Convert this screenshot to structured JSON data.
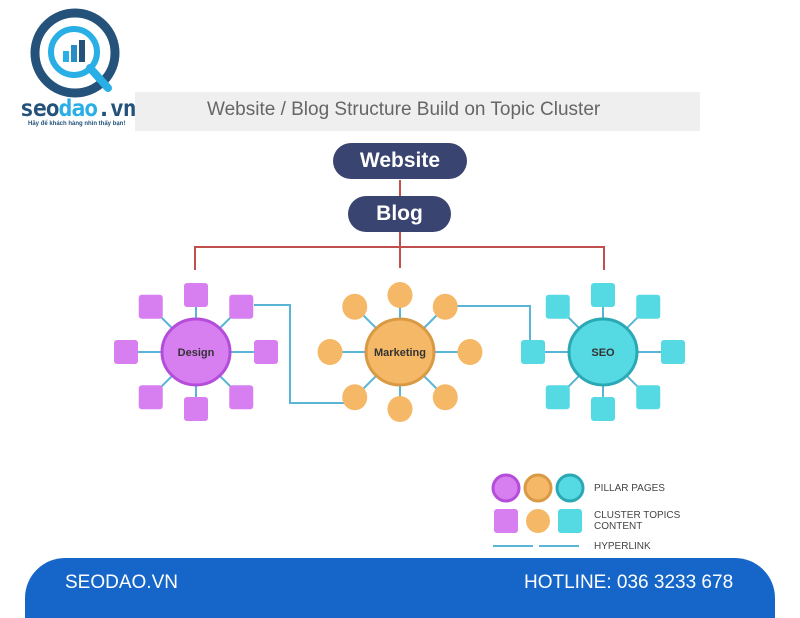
{
  "logo": {
    "text_part1": "seo",
    "text_part2": "dao",
    "text_part3": ".vn",
    "tagline": "Hãy để khách hàng nhìn thấy bạn!",
    "icon": "magnifier-bar-chart-icon"
  },
  "header": {
    "title": "Website / Blog Structure Build on Topic Cluster"
  },
  "diagram": {
    "root": "Website",
    "blog": "Blog",
    "pillars": [
      {
        "label": "Design",
        "color": "#d77ef0",
        "border": "#b54ddb",
        "shape": "square"
      },
      {
        "label": "Marketing",
        "color": "#f5b866",
        "border": "#d99a45",
        "shape": "circle"
      },
      {
        "label": "SEO",
        "color": "#55d9e3",
        "border": "#2aa9b5",
        "shape": "square"
      }
    ],
    "colors": {
      "tree_line": "#c0504d",
      "hyperlink": "#5ab4d6",
      "pill": "#3a4470"
    }
  },
  "legend": {
    "pillar": "PILLAR PAGES",
    "cluster_line1": "CLUSTER TOPICS",
    "cluster_line2": "CONTENT",
    "hyperlink": "HYPERLINK"
  },
  "footer": {
    "site": "SEODAO.VN",
    "hotline": "HOTLINE: 036 3233 678",
    "color": "#1566c8"
  }
}
